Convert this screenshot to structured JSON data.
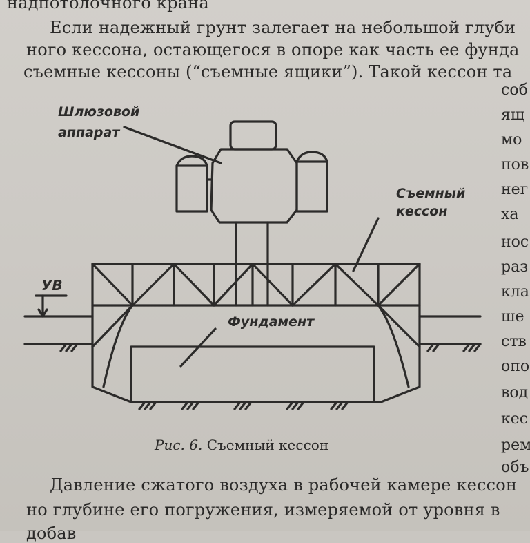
{
  "text_lines": [
    "надпотолочного крана",
    "Если надежный грунт залегает на небольшой глуби",
    "ного кессона, остающегося в опоре как часть ее фунда",
    "съемные кессоны (“съемные ящики”). Такой кессон та",
    "Давление сжатого воздуха в рабочей камере кессон",
    "но глубине его погружения, измеряемой от уровня в",
    "добав"
  ],
  "right_column": [
    "соб",
    "ящ",
    "мо",
    "пов",
    "нег",
    "ха",
    "нос",
    "раз",
    "кла",
    "ше",
    "ств",
    "опо",
    "вод",
    "кес",
    "рем",
    "объ"
  ],
  "figure": {
    "label_lock": [
      "Шлюзовой",
      "аппарат"
    ],
    "label_caisson": [
      "Съемный",
      "кессон"
    ],
    "label_water": "УВ",
    "label_foundation": "Фундамент"
  },
  "caption": {
    "number": "Рис. 6.",
    "title": "Съемный кессон"
  }
}
